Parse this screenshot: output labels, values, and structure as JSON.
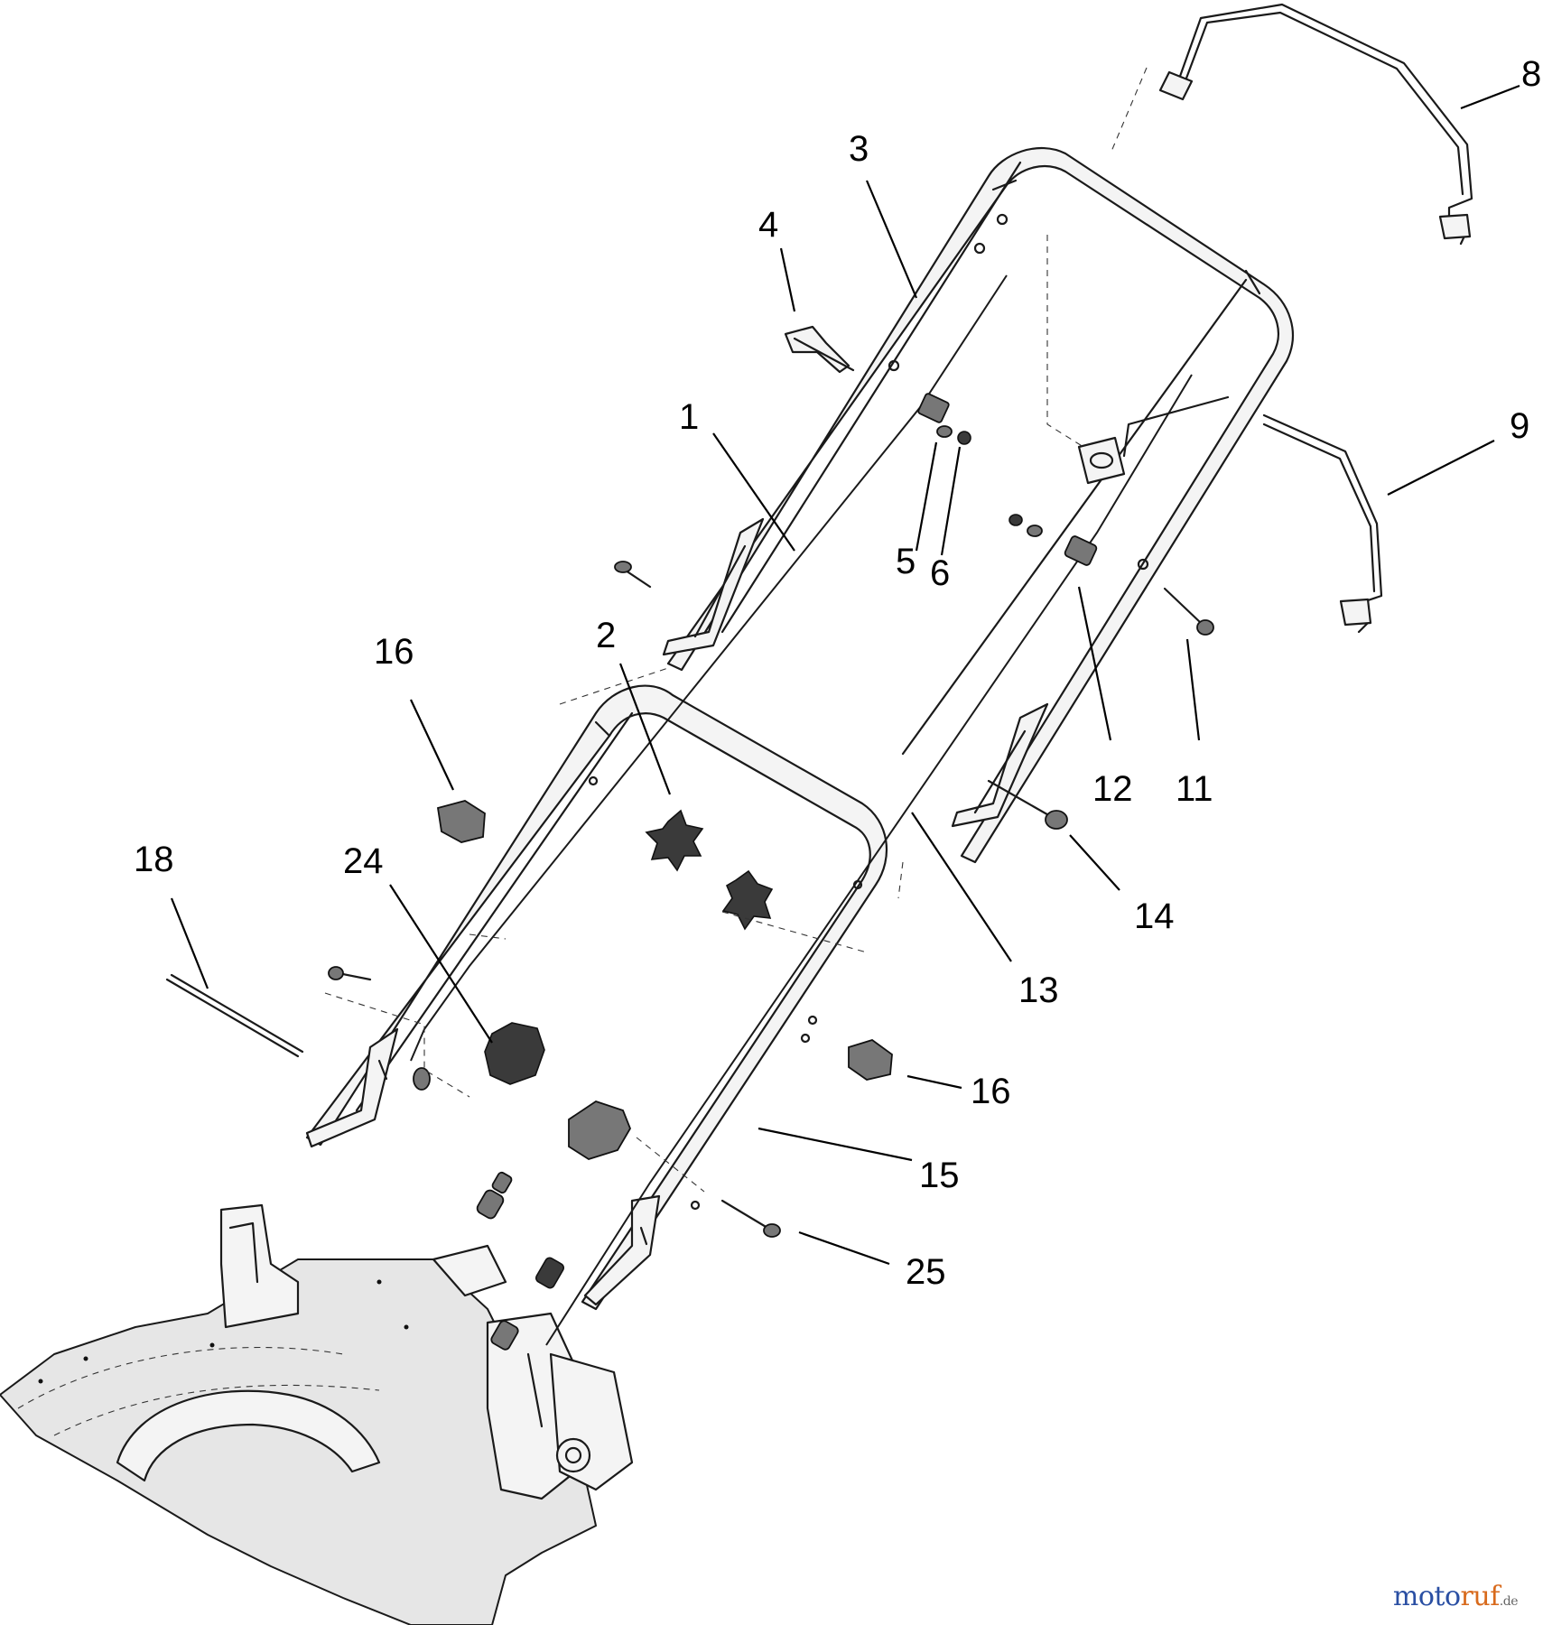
{
  "diagram": {
    "callouts": [
      {
        "id": "c1",
        "label": "1"
      },
      {
        "id": "c2",
        "label": "2"
      },
      {
        "id": "c3",
        "label": "3"
      },
      {
        "id": "c4",
        "label": "4"
      },
      {
        "id": "c5",
        "label": "5"
      },
      {
        "id": "c6",
        "label": "6"
      },
      {
        "id": "c8",
        "label": "8"
      },
      {
        "id": "c9",
        "label": "9"
      },
      {
        "id": "c11",
        "label": "11"
      },
      {
        "id": "c12",
        "label": "12"
      },
      {
        "id": "c13",
        "label": "13"
      },
      {
        "id": "c14",
        "label": "14"
      },
      {
        "id": "c15",
        "label": "15"
      },
      {
        "id": "c16a",
        "label": "16"
      },
      {
        "id": "c16b",
        "label": "16"
      },
      {
        "id": "c18",
        "label": "18"
      },
      {
        "id": "c24",
        "label": "24"
      },
      {
        "id": "c25",
        "label": "25"
      }
    ]
  },
  "watermark": {
    "brand_main": "moto",
    "brand_accent": "ruf",
    "brand_tld": ".de",
    "colors": {
      "main": "#2a4fa3",
      "accent": "#d86a1c"
    }
  }
}
